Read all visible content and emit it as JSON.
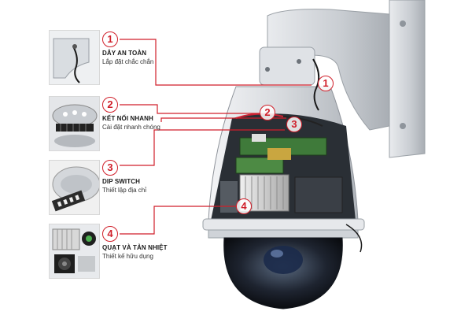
{
  "features": [
    {
      "num": "1",
      "title": "DÂY AN TOÀN",
      "subtitle": "Lắp đặt chắc chắn"
    },
    {
      "num": "2",
      "title": "KẾT NỐI NHANH",
      "subtitle": "Cài đặt nhanh chóng"
    },
    {
      "num": "3",
      "title": "DIP SWITCH",
      "subtitle": "Thiết lập địa chỉ"
    },
    {
      "num": "4",
      "title": "QUẠT VÀ TẢN NHIỆT",
      "subtitle": "Thiết kế hữu dụng"
    }
  ],
  "markers": [
    "1",
    "2",
    "3",
    "4"
  ],
  "colors": {
    "accent": "#d01f2a"
  }
}
